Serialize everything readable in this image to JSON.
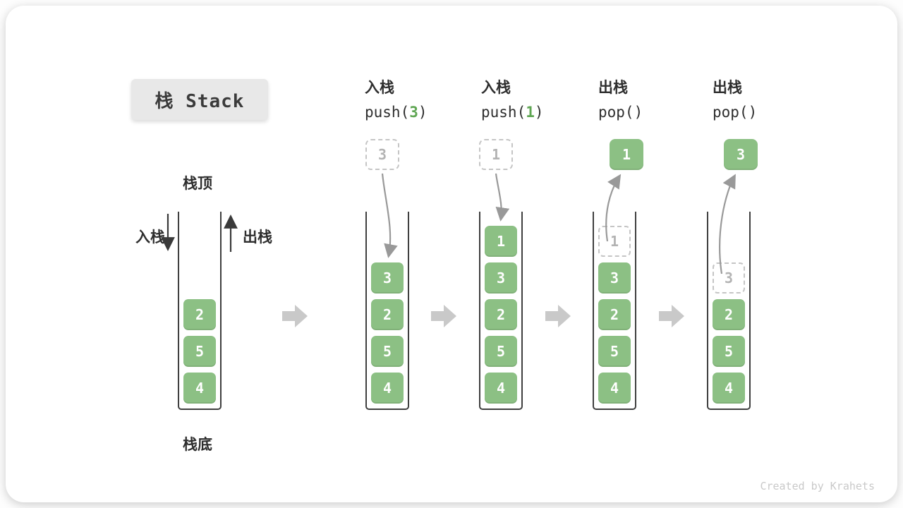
{
  "title": "栈 Stack",
  "watermark": "Created by Krahets",
  "side_labels": {
    "top": "栈顶",
    "bottom": "栈底",
    "push": "入栈",
    "pop": "出栈"
  },
  "colors": {
    "cell_green": "#8cc084",
    "arg_green": "#5fa653",
    "dashed_gray": "#c5c5c5",
    "curve_arrow_gray": "#999999",
    "block_arrow_gray": "#c9c9c9",
    "stack_wall": "#3f3f3f"
  },
  "columns": [
    {
      "id": "initial",
      "cells": [
        {
          "v": "2",
          "t": "solid"
        },
        {
          "v": "5",
          "t": "solid"
        },
        {
          "v": "4",
          "t": "solid"
        }
      ]
    },
    {
      "id": "push-3",
      "op_cn": "入栈",
      "code_pre": "push(",
      "code_arg": "3",
      "code_post": ")",
      "float": {
        "v": "3",
        "t": "dashed"
      },
      "cells": [
        {
          "v": "3",
          "t": "solid"
        },
        {
          "v": "2",
          "t": "solid"
        },
        {
          "v": "5",
          "t": "solid"
        },
        {
          "v": "4",
          "t": "solid"
        }
      ]
    },
    {
      "id": "push-1",
      "op_cn": "入栈",
      "code_pre": "push(",
      "code_arg": "1",
      "code_post": ")",
      "float": {
        "v": "1",
        "t": "dashed"
      },
      "cells": [
        {
          "v": "1",
          "t": "solid"
        },
        {
          "v": "3",
          "t": "solid"
        },
        {
          "v": "2",
          "t": "solid"
        },
        {
          "v": "5",
          "t": "solid"
        },
        {
          "v": "4",
          "t": "solid"
        }
      ]
    },
    {
      "id": "pop-1",
      "op_cn": "出栈",
      "code_pre": "pop()",
      "code_arg": "",
      "code_post": "",
      "float": {
        "v": "1",
        "t": "solid"
      },
      "cells": [
        {
          "v": "1",
          "t": "dashed"
        },
        {
          "v": "3",
          "t": "solid"
        },
        {
          "v": "2",
          "t": "solid"
        },
        {
          "v": "5",
          "t": "solid"
        },
        {
          "v": "4",
          "t": "solid"
        }
      ]
    },
    {
      "id": "pop-3",
      "op_cn": "出栈",
      "code_pre": "pop()",
      "code_arg": "",
      "code_post": "",
      "float": {
        "v": "3",
        "t": "solid"
      },
      "cells": [
        {
          "v": "3",
          "t": "dashed"
        },
        {
          "v": "2",
          "t": "solid"
        },
        {
          "v": "5",
          "t": "solid"
        },
        {
          "v": "4",
          "t": "solid"
        }
      ]
    }
  ]
}
